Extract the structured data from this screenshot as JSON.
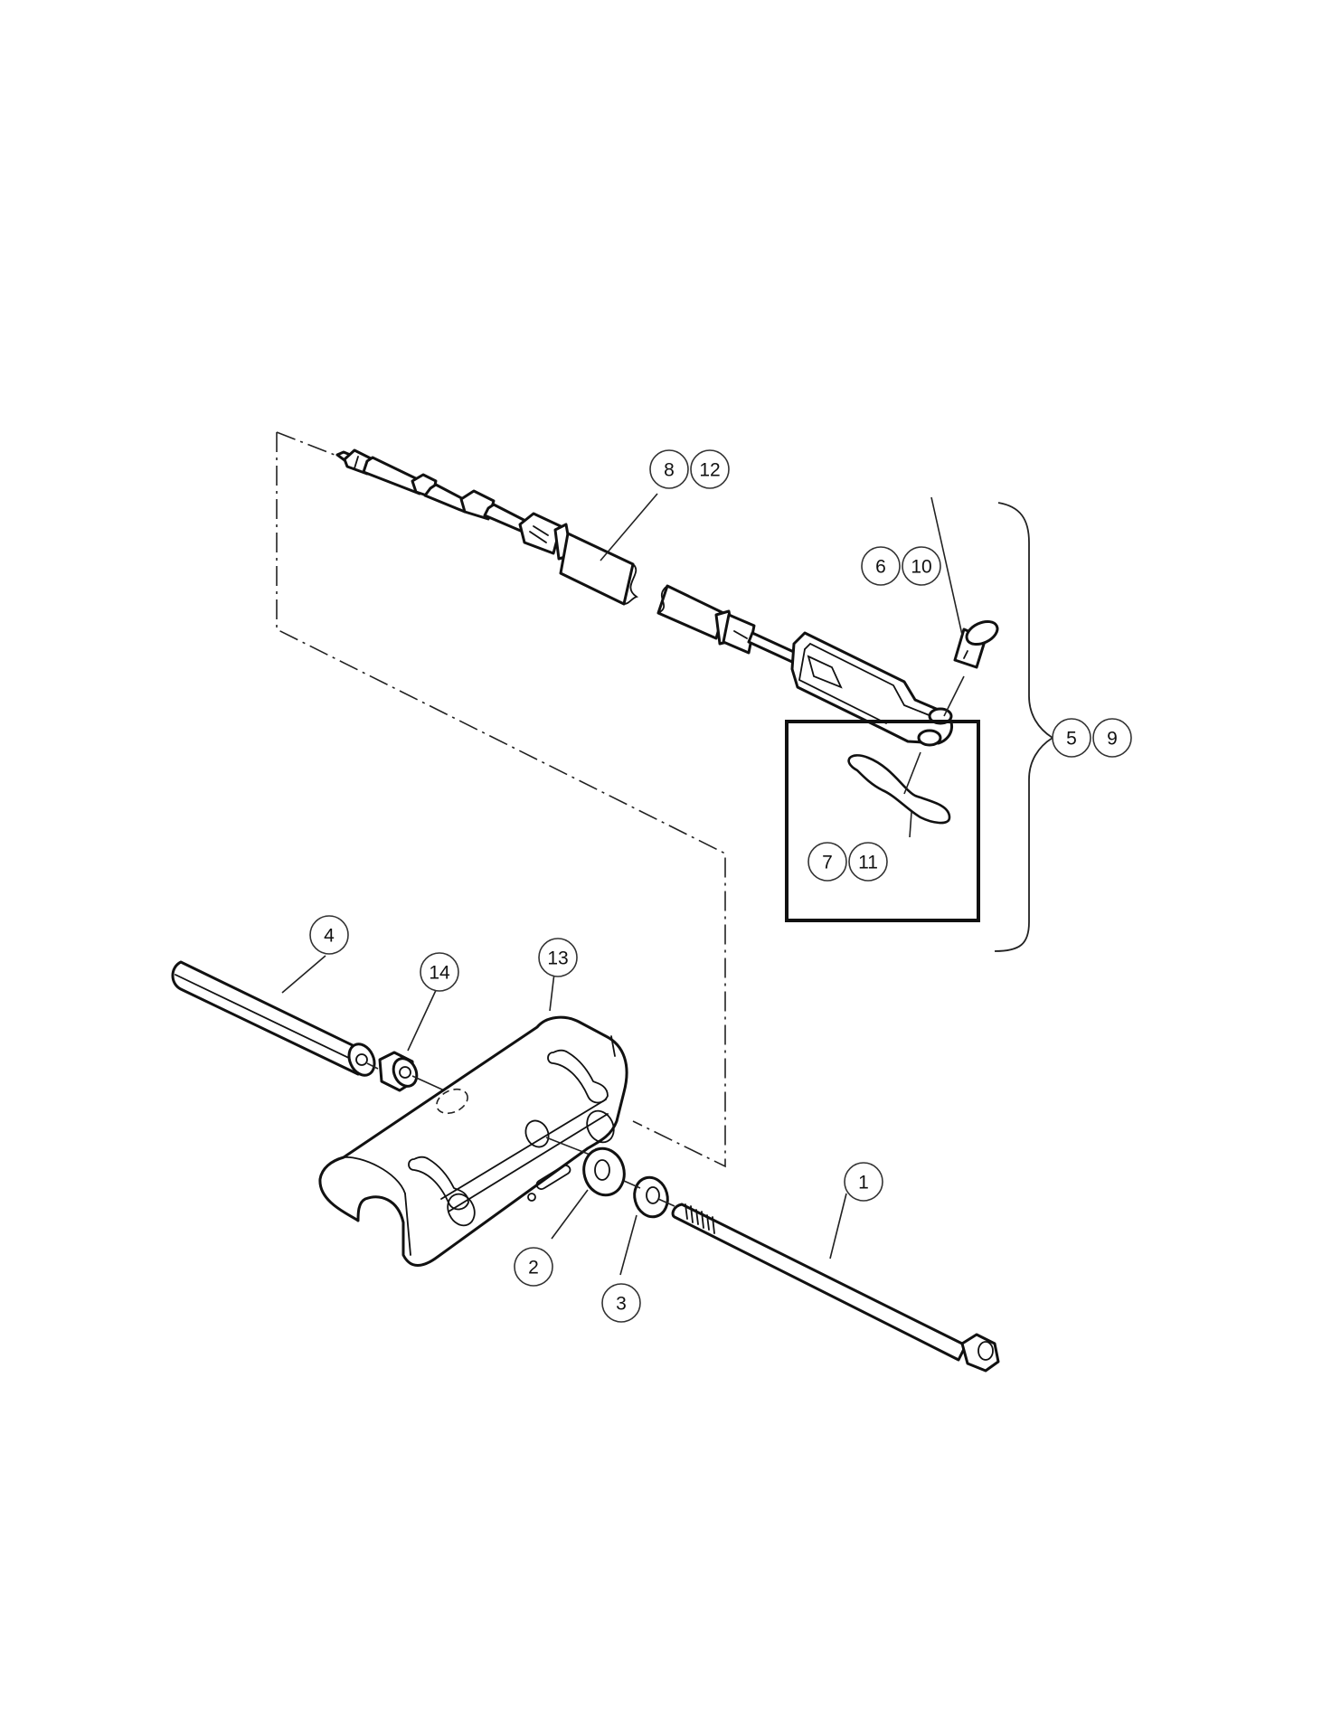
{
  "figure": {
    "type": "exploded parts diagram",
    "background": "#ffffff",
    "line_color": "#111111"
  },
  "callouts": {
    "c1": "1",
    "c2": "2",
    "c3": "3",
    "c4": "4",
    "c5": "5",
    "c6": "6",
    "c7": "7",
    "c8": "8",
    "c9": "9",
    "c10": "10",
    "c11": "11",
    "c12": "12",
    "c13": "13",
    "c14": "14"
  },
  "parts": [
    {
      "callouts": [
        "1"
      ],
      "depicts": "long hex-head bolt"
    },
    {
      "callouts": [
        "2"
      ],
      "depicts": "thick flat washer / spacer"
    },
    {
      "callouts": [
        "3"
      ],
      "depicts": "thin flat washer"
    },
    {
      "callouts": [
        "4"
      ],
      "depicts": "hex standoff rod"
    },
    {
      "callouts": [
        "5",
        "9"
      ],
      "depicts": "cable assembly group (bracketed)"
    },
    {
      "callouts": [
        "6",
        "10"
      ],
      "depicts": "clevis pin"
    },
    {
      "callouts": [
        "7",
        "11"
      ],
      "depicts": "hairpin clip (in detail box)"
    },
    {
      "callouts": [
        "8",
        "12"
      ],
      "depicts": "cable with clevis end"
    },
    {
      "callouts": [
        "13"
      ],
      "depicts": "U-shaped mounting bracket"
    },
    {
      "callouts": [
        "14"
      ],
      "depicts": "hex nut"
    }
  ]
}
